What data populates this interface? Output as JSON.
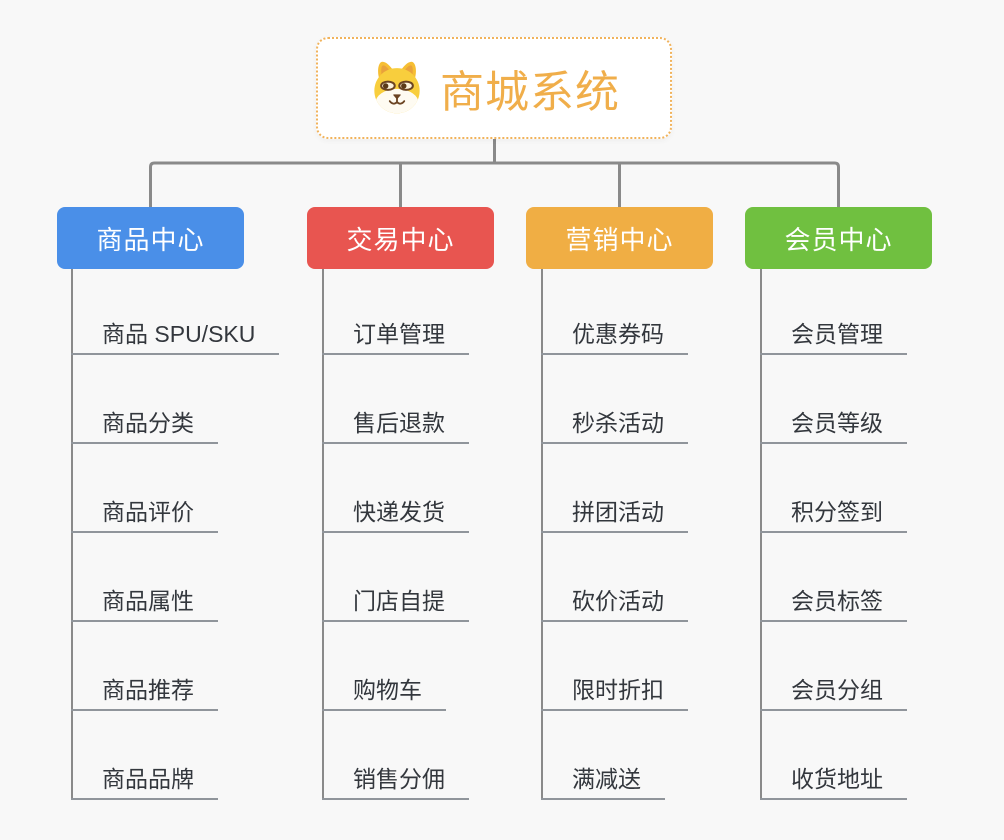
{
  "root": {
    "title": "商城系统",
    "icon": "doge-icon"
  },
  "branches": [
    {
      "label": "商品中心",
      "color": "#4A8FE8",
      "items": [
        "商品 SPU/SKU",
        "商品分类",
        "商品评价",
        "商品属性",
        "商品推荐",
        "商品品牌"
      ]
    },
    {
      "label": "交易中心",
      "color": "#E85550",
      "items": [
        "订单管理",
        "售后退款",
        "快递发货",
        "门店自提",
        "购物车",
        "销售分佣"
      ]
    },
    {
      "label": "营销中心",
      "color": "#F0AE44",
      "items": [
        "优惠券码",
        "秒杀活动",
        "拼团活动",
        "砍价活动",
        "限时折扣",
        "满减送"
      ]
    },
    {
      "label": "会员中心",
      "color": "#70C040",
      "items": [
        "会员管理",
        "会员等级",
        "积分签到",
        "会员标签",
        "会员分组",
        "收货地址"
      ]
    }
  ],
  "style": {
    "background": "#F8F8F8",
    "connector_color": "#8A8A8A",
    "leaf_line_color": "#90959B",
    "root_border_color": "#F1B35C",
    "root_title_color": "#F0AE4A",
    "leaf_text_color": "#33373D"
  }
}
